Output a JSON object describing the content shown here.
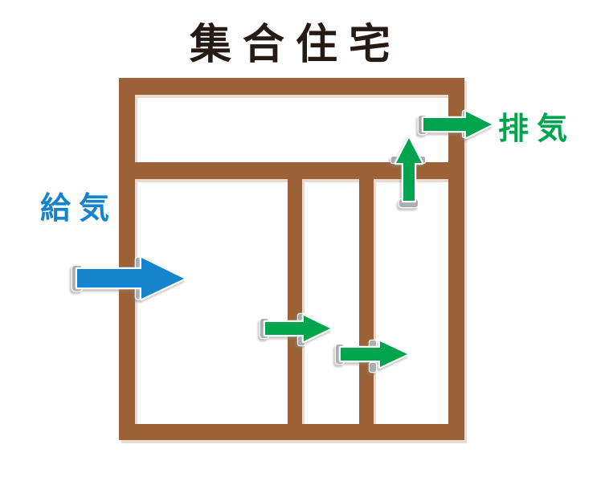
{
  "title": "集合住宅",
  "labels": {
    "supply": "給気",
    "exhaust": "排気"
  },
  "colors": {
    "background": "#FFFFFF",
    "wall_brown": "#9C6136",
    "supply_blue": "#1584CD",
    "airflow_green": "#00A44E",
    "duct_collar_gray": "#ACADB0",
    "title_black": "#251A16"
  },
  "arrows": [
    {
      "id": "supply-inlet",
      "direction": "right",
      "color_ref": "supply_blue",
      "label_ref": "supply"
    },
    {
      "id": "room1-to-room2",
      "direction": "right",
      "color_ref": "airflow_green"
    },
    {
      "id": "room2-to-room3",
      "direction": "right",
      "color_ref": "airflow_green"
    },
    {
      "id": "room3-to-corridor",
      "direction": "up",
      "color_ref": "airflow_green"
    },
    {
      "id": "exhaust-outlet",
      "direction": "right",
      "color_ref": "airflow_green",
      "label_ref": "exhaust"
    }
  ]
}
